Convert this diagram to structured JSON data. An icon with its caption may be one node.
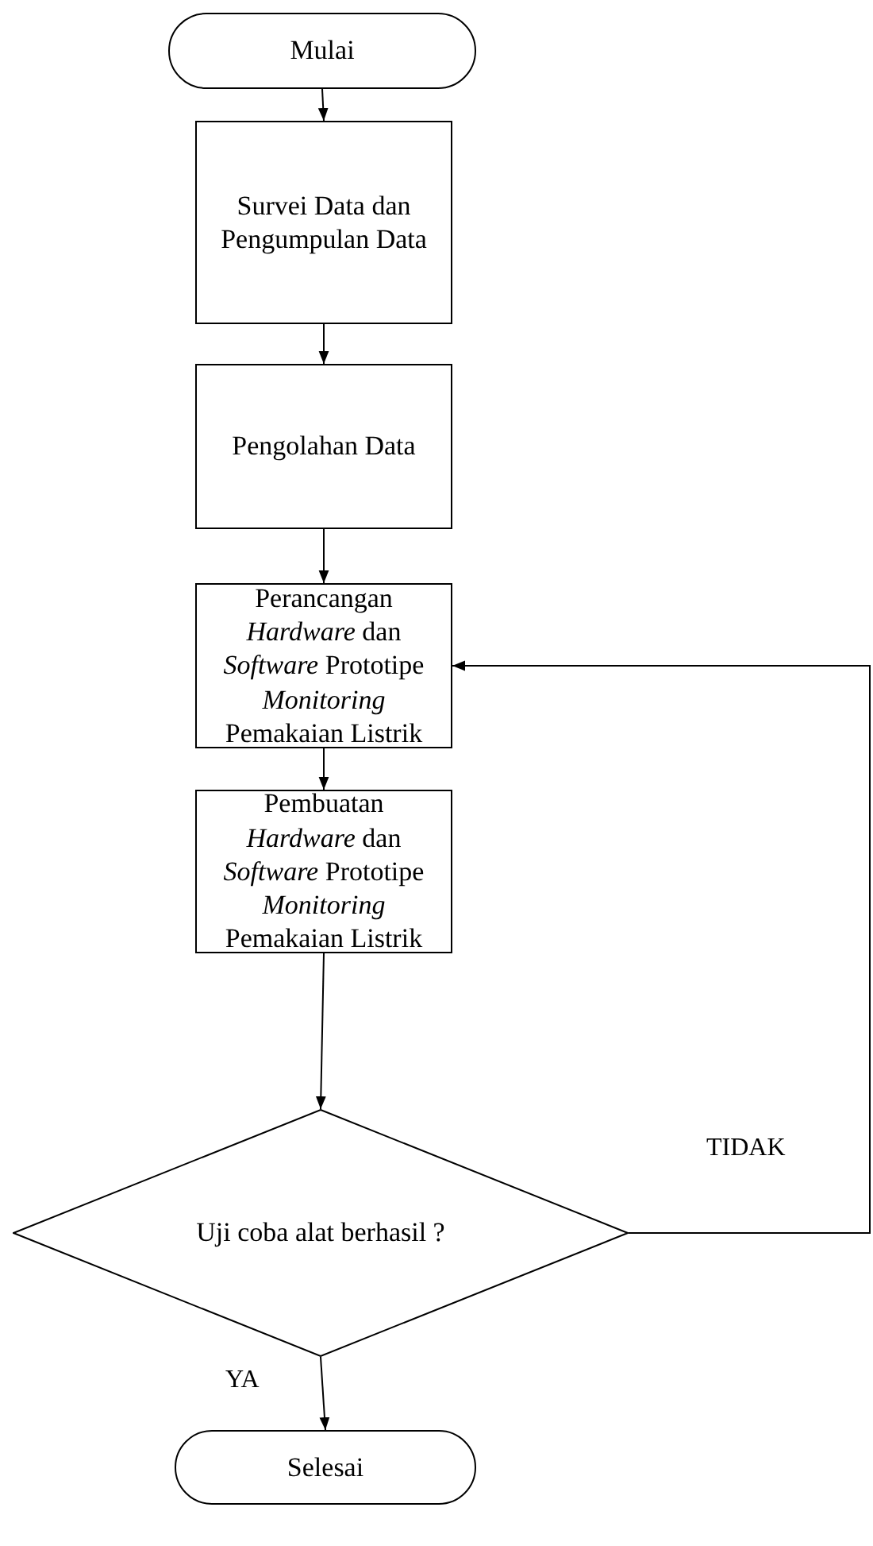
{
  "diagram": {
    "nodes": [
      {
        "text": [
          "Mulai"
        ]
      },
      {
        "text": [
          "Survei Data dan Pengumpulan Data"
        ]
      },
      {
        "text": [
          "Pengolahan Data"
        ]
      },
      {
        "text": [
          "Perancangan *Hardware* dan *Software* Prototipe *Monitoring* Pemakaian Listrik"
        ]
      },
      {
        "text": [
          "Pembuatan *Hardware* dan *Software* Prototipe *Monitoring* Pemakaian Listrik"
        ]
      },
      {
        "text": [
          "Uji coba alat berhasil ?"
        ]
      },
      {
        "text": [
          "Selesai"
        ]
      }
    ],
    "edges": [
      {
        "from": 0,
        "to": 1,
        "arrow": "to"
      },
      {
        "from": 1,
        "to": 2,
        "arrow": "to"
      },
      {
        "from": 2,
        "to": 3,
        "arrow": "to"
      },
      {
        "from": 3,
        "to": 4,
        "arrow": "to"
      },
      {
        "from": 4,
        "to": 5,
        "arrow": "to"
      },
      {
        "from": 5,
        "to": 6,
        "arrow": "to",
        "label": "YA"
      },
      {
        "from": 5,
        "to": 3,
        "arrow": "to",
        "label": "TIDAK"
      }
    ]
  }
}
